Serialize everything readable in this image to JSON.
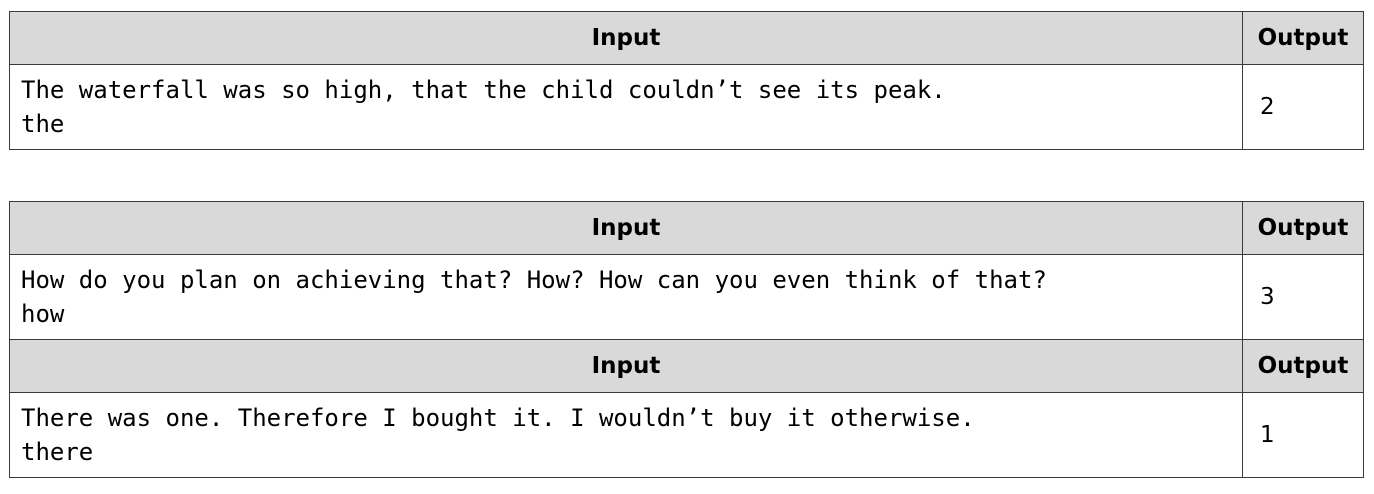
{
  "tables": [
    {
      "rows": [
        {
          "header_input": "Input",
          "header_output": "Output",
          "input_line1": "The waterfall was so high, that the child couldn’t see its peak.",
          "input_line2": "the",
          "output": "2"
        }
      ]
    },
    {
      "rows": [
        {
          "header_input": "Input",
          "header_output": "Output",
          "input_line1": "How do you plan on achieving that? How? How can you even think of that?",
          "input_line2": "how",
          "output": "3"
        },
        {
          "header_input": "Input",
          "header_output": "Output",
          "input_line1": "There was one. Therefore I bought it. I wouldn’t buy it otherwise.",
          "input_line2": "there",
          "output": "1"
        }
      ]
    }
  ]
}
